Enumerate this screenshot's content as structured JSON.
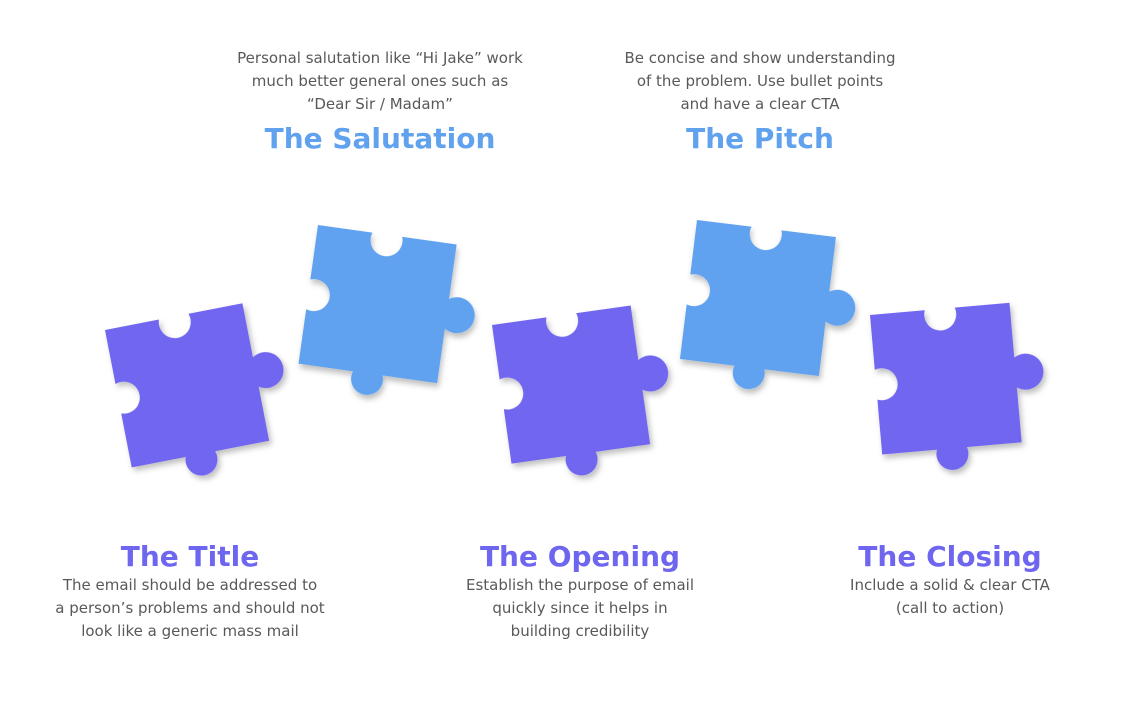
{
  "colors": {
    "blue": "#61a2ef",
    "purple": "#6f66f0",
    "text": "#595959"
  },
  "steps": [
    {
      "title": "The Title",
      "description": "The email should be addressed to\na person’s problems and should not\nlook like a generic mass mail",
      "color": "purple"
    },
    {
      "title": "The Salutation",
      "description": "Personal salutation like “Hi Jake” work\nmuch better general ones such as\n“Dear Sir / Madam”",
      "color": "blue"
    },
    {
      "title": "The Opening",
      "description": "Establish the purpose of email\nquickly since it helps in\nbuilding credibility",
      "color": "purple"
    },
    {
      "title": "The Pitch",
      "description": "Be concise and show understanding\nof the problem. Use bullet points\nand have a clear CTA",
      "color": "blue"
    },
    {
      "title": "The Closing",
      "description": "Include a solid & clear CTA\n(call to action)",
      "color": "purple"
    }
  ]
}
